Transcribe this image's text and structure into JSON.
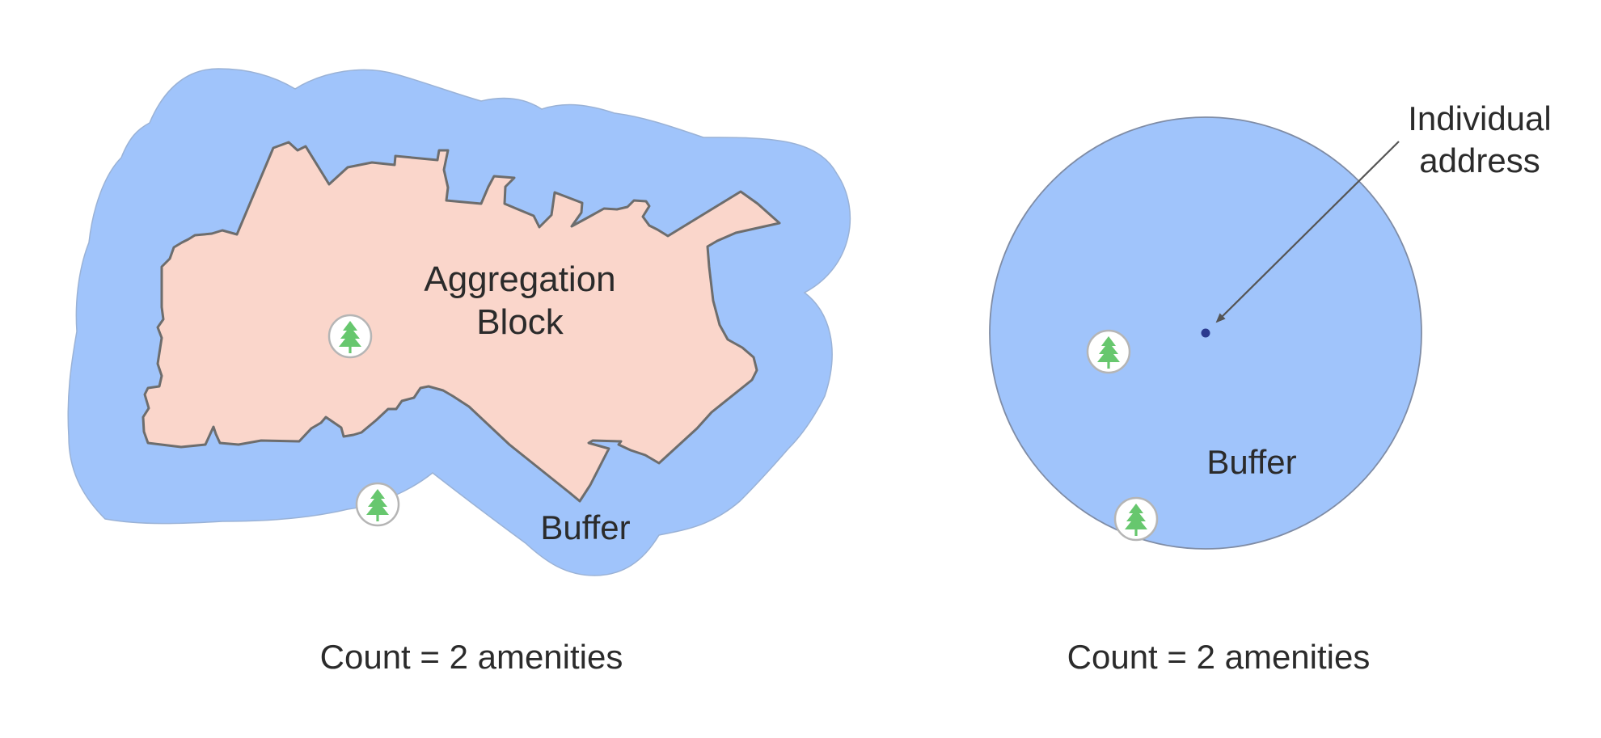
{
  "left_panel": {
    "block_label_line1": "Aggregation",
    "block_label_line2": "Block",
    "buffer_label": "Buffer",
    "count_label": "Count = 2 amenities",
    "amenity_icon": "tree-icon"
  },
  "right_panel": {
    "address_label_line1": "Individual",
    "address_label_line2": "address",
    "buffer_label": "Buffer",
    "count_label": "Count = 2 amenities",
    "amenity_icon": "tree-icon"
  },
  "colors": {
    "buffer_fill": "#a0c4fb",
    "block_fill": "#fad6cb",
    "outline": "#6d6d6d",
    "tree": "#67c76e",
    "address_dot": "#2b3a8f",
    "text": "#2b2b2b"
  }
}
